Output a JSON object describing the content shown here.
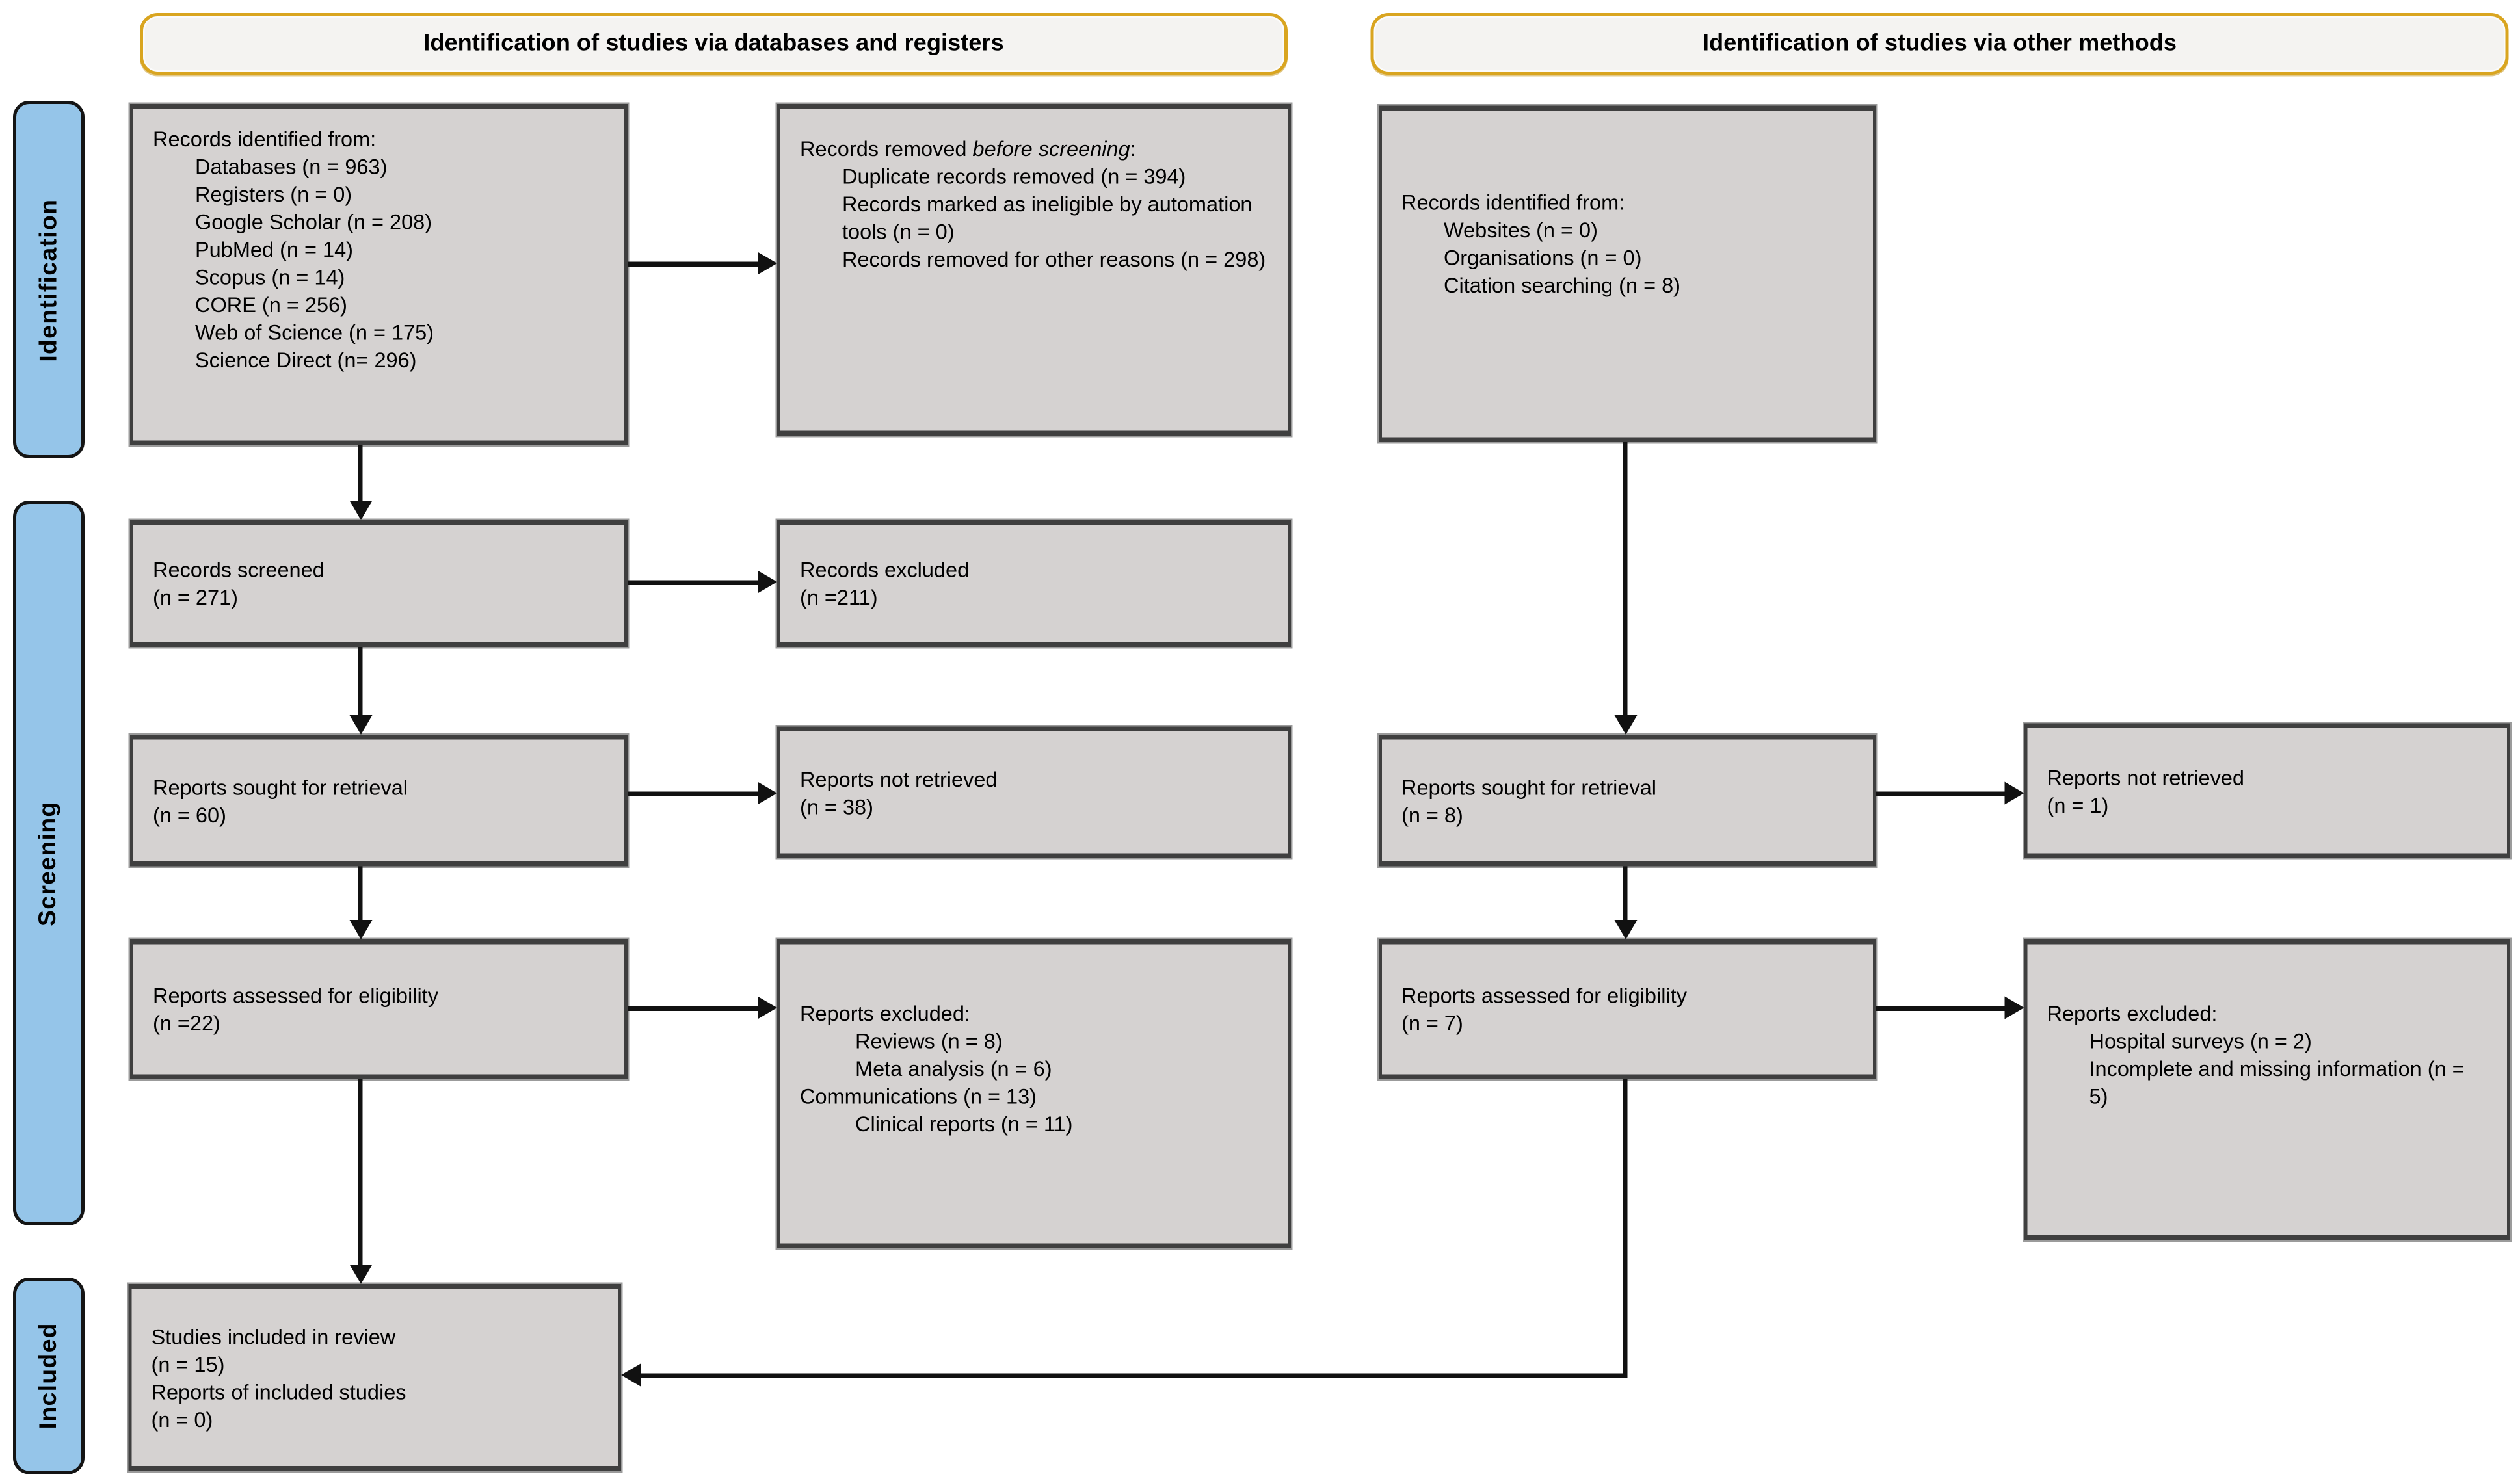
{
  "colors": {
    "header_border": "#D9A520",
    "header_fill": "#f4f3f1",
    "box_fill": "#d5d2d1",
    "box_border": "#3f3f3f",
    "stage_fill": "#95C5E9",
    "stage_border": "#141414",
    "arrow": "#111111"
  },
  "headers": {
    "left": "Identification of studies via databases and registers",
    "right": "Identification of studies via other methods"
  },
  "stages": {
    "identification": "Identification",
    "screening": "Screening",
    "included": "Included"
  },
  "boxes": {
    "records_identified_db": {
      "title": "Records identified from:",
      "items": [
        "Databases (n = 963)",
        "Registers (n = 0)",
        "Google Scholar (n = 208)",
        "PubMed (n = 14)",
        "Scopus (n = 14)",
        "CORE (n = 256)",
        "Web of Science (n = 175)",
        "Science Direct (n= 296)"
      ]
    },
    "records_removed": {
      "title_prefix": "Records removed ",
      "title_italic": "before screening",
      "title_suffix": ":",
      "items": [
        "Duplicate records removed (n = 394)",
        "Records marked as ineligible by automation tools (n = 0)",
        "Records removed for other reasons (n = 298)"
      ]
    },
    "records_screened": {
      "line1": "Records screened",
      "line2": "(n = 271)"
    },
    "records_excluded": {
      "line1": "Records excluded",
      "line2": "(n =211)"
    },
    "reports_sought_db": {
      "line1": "Reports sought for retrieval",
      "line2": "(n = 60)"
    },
    "reports_not_retrieved_db": {
      "line1": "Reports not retrieved",
      "line2": "(n = 38)"
    },
    "reports_assessed_db": {
      "line1": "Reports assessed for eligibility",
      "line2": "(n =22)"
    },
    "reports_excluded_db": {
      "title": "Reports excluded:",
      "items": [
        "Reviews (n = 8)",
        "Meta analysis (n = 6)",
        "Communications (n = 13)",
        "Clinical reports (n = 11)"
      ]
    },
    "studies_included": {
      "lines": [
        "Studies included in review",
        "(n = 15)",
        "Reports of included studies",
        "(n = 0)"
      ]
    },
    "records_identified_other": {
      "title": "Records identified from:",
      "items": [
        "Websites (n = 0)",
        "Organisations (n = 0)",
        "Citation searching (n = 8)"
      ]
    },
    "reports_sought_other": {
      "line1": "Reports sought for retrieval",
      "line2": "(n = 8)"
    },
    "reports_not_retrieved_other": {
      "line1": "Reports not retrieved",
      "line2": "(n = 1)"
    },
    "reports_assessed_other": {
      "line1": "Reports assessed for eligibility",
      "line2": "(n = 7)"
    },
    "reports_excluded_other": {
      "title": "Reports excluded:",
      "items": [
        "Hospital surveys (n = 2)",
        "Incomplete and missing information (n = 5)"
      ]
    }
  }
}
